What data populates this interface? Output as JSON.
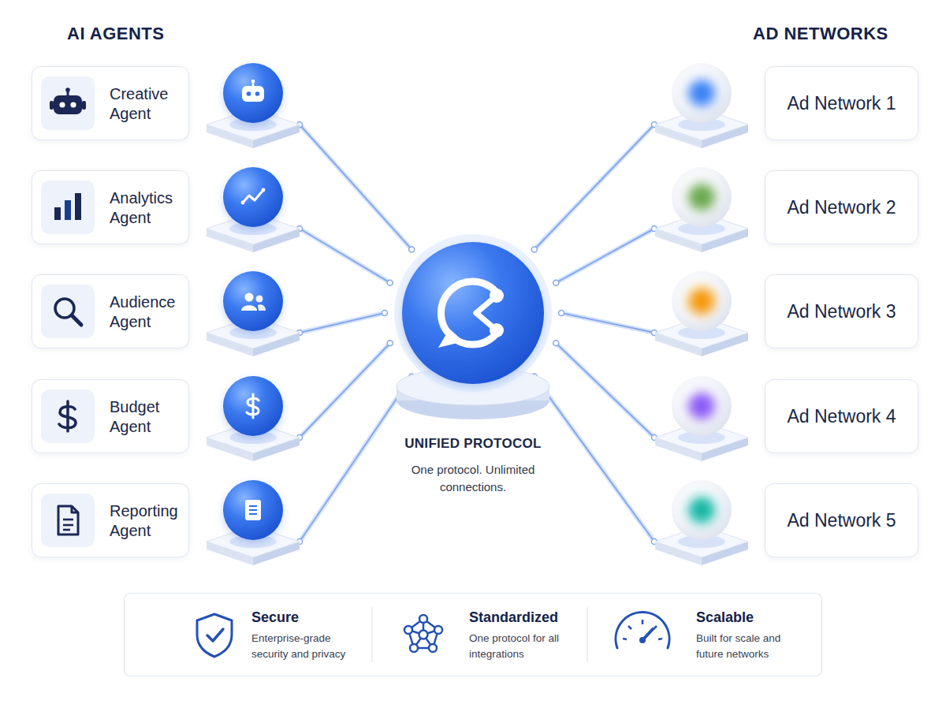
{
  "diagram": {
    "nodes": [
      {
        "text": [
          "Creative Agent"
        ]
      },
      {
        "text": [
          "Analytics Agent"
        ]
      },
      {
        "text": [
          "Audience Agent"
        ]
      },
      {
        "text": [
          "Budget Agent"
        ]
      },
      {
        "text": [
          "Reporting Agent"
        ]
      },
      {
        "text": [
          "UNIFIED PROTOCOL",
          "One protocol. Unlimited connections."
        ]
      },
      {
        "text": [
          "Ad Network 1"
        ]
      },
      {
        "text": [
          "Ad Network 2"
        ]
      },
      {
        "text": [
          "Ad Network 3"
        ]
      },
      {
        "text": [
          "Ad Network 4"
        ]
      },
      {
        "text": [
          "Ad Network 5"
        ]
      }
    ],
    "edges": [
      {
        "from": 0,
        "to": 5,
        "arrow": "none"
      },
      {
        "from": 1,
        "to": 5,
        "arrow": "none"
      },
      {
        "from": 2,
        "to": 5,
        "arrow": "none"
      },
      {
        "from": 3,
        "to": 5,
        "arrow": "none"
      },
      {
        "from": 4,
        "to": 5,
        "arrow": "none"
      },
      {
        "from": 5,
        "to": 6,
        "arrow": "none"
      },
      {
        "from": 5,
        "to": 7,
        "arrow": "none"
      },
      {
        "from": 5,
        "to": 8,
        "arrow": "none"
      },
      {
        "from": 5,
        "to": 9,
        "arrow": "none"
      },
      {
        "from": 5,
        "to": 10,
        "arrow": "none"
      }
    ],
    "labels": [
      "AI AGENTS",
      "AD NETWORKS",
      "Secure",
      "Enterprise-grade security and privacy",
      "Standardized",
      "One protocol for all integrations",
      "Scalable",
      "Built for scale and future networks"
    ]
  }
}
